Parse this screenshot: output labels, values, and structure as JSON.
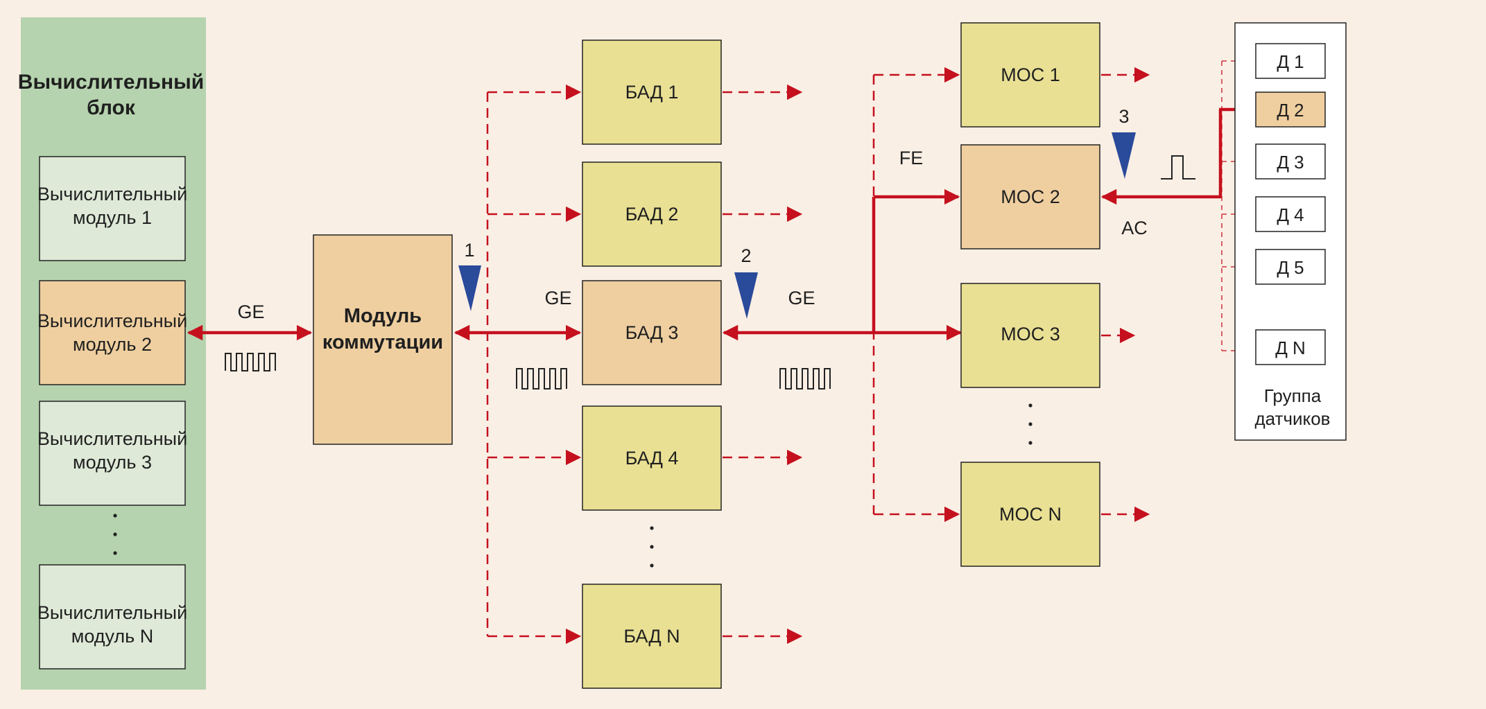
{
  "compute_block": {
    "title_line1": "Вычислительный",
    "title_line2": "блок",
    "modules": [
      {
        "line1": "Вычислительный",
        "line2": "модуль 1",
        "highlighted": false
      },
      {
        "line1": "Вычислительный",
        "line2": "модуль 2",
        "highlighted": true
      },
      {
        "line1": "Вычислительный",
        "line2": "модуль 3",
        "highlighted": false
      },
      {
        "line1": "Вычислительный",
        "line2": "модуль N",
        "highlighted": false
      }
    ]
  },
  "switch_module": {
    "line1": "Модуль",
    "line2": "коммутации"
  },
  "bad_units": [
    "БАД 1",
    "БАД 2",
    "БАД 3",
    "БАД 4",
    "БАД N"
  ],
  "mos_units": [
    "МОС 1",
    "МОС 2",
    "МОС 3",
    "МОС N"
  ],
  "sensor_group": {
    "sensors": [
      "Д 1",
      "Д 2",
      "Д 3",
      "Д 4",
      "Д 5",
      "Д N"
    ],
    "caption_line1": "Группа",
    "caption_line2": "датчиков"
  },
  "link_labels": {
    "ge_compute": "GE",
    "ge_bad3": "GE",
    "ge_mos": "GE",
    "fe": "FE",
    "ac": "AC"
  },
  "probe_markers": [
    "1",
    "2",
    "3"
  ],
  "colors": {
    "background": "#faefe5",
    "compute_block": "#b5d3ae",
    "module_box": "#dee9d8",
    "highlight_box": "#efcfa0",
    "unit_box": "#e9e094",
    "link_red": "#c5101e",
    "probe_blue": "#2a4a9a"
  }
}
